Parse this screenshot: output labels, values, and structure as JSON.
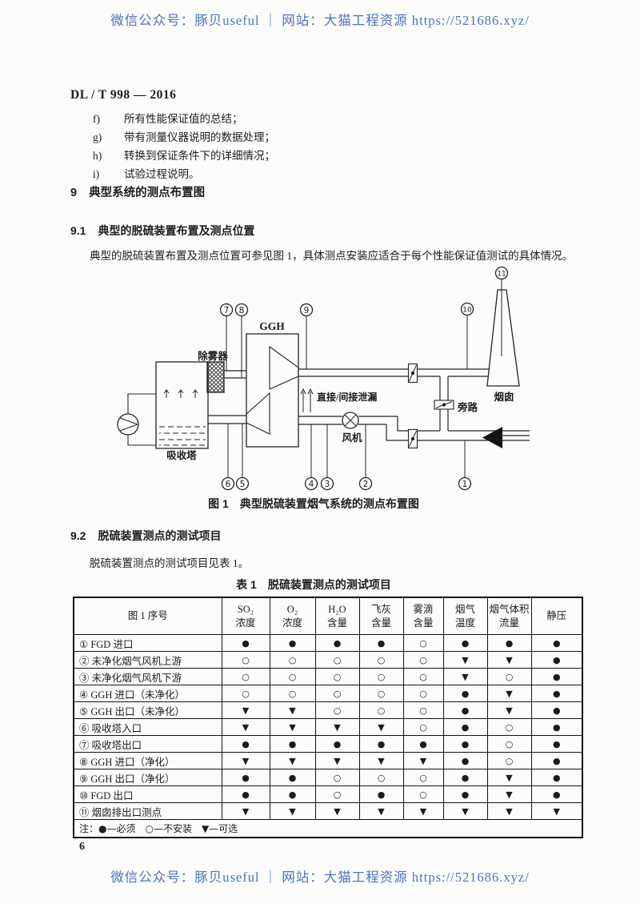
{
  "watermark": {
    "text": "微信公众号：豚贝useful ｜ 网站：大猫工程资源 https://521686.xyz/",
    "color": "#4e73bb"
  },
  "doc": {
    "standard_number": "DL / T 998 — 2016",
    "page_number": "6"
  },
  "list_items": [
    {
      "letter": "f)",
      "text": "所有性能保证值的总结；"
    },
    {
      "letter": "g)",
      "text": "带有测量仪器说明的数据处理；"
    },
    {
      "letter": "h)",
      "text": "转换到保证条件下的详细情况；"
    },
    {
      "letter": "i)",
      "text": "试验过程说明。"
    }
  ],
  "sections": {
    "s9_num": "9",
    "s9_title": "典型系统的测点布置图",
    "s91_num": "9.1",
    "s91_title": "典型的脱硫装置布置及测点位置",
    "s91_para": "典型的脱硫装置布置及测点位置可参见图 1，具体测点安装应适合于每个性能保证值测试的具体情况。",
    "s92_num": "9.2",
    "s92_title": "脱硫装置测点的测试项目",
    "s92_para": "脱硫装置测点的测试项目见表 1。"
  },
  "figure": {
    "caption": "图 1　典型脱硫装置烟气系统的测点布置图",
    "labels": {
      "ggh": "GGH",
      "demister": "除雾器",
      "absorber": "吸收塔",
      "leakage": "直接/间接泄漏",
      "fan": "风机",
      "bypass": "旁路",
      "stack": "烟囱"
    },
    "point_labels": [
      "1",
      "2",
      "3",
      "4",
      "5",
      "6",
      "7",
      "8",
      "9",
      "10",
      "11"
    ]
  },
  "table": {
    "title": "表 1　脱硫装置测点的测试项目",
    "col0_header": "图 1 序号",
    "headers": [
      {
        "line1": "SO₂",
        "line2": "浓度"
      },
      {
        "line1": "O₂",
        "line2": "浓度"
      },
      {
        "line1": "H₂O",
        "line2": "含量"
      },
      {
        "line1": "飞灰",
        "line2": "含量"
      },
      {
        "line1": "雾滴",
        "line2": "含量"
      },
      {
        "line1": "烟气",
        "line2": "温度"
      },
      {
        "line1": "烟气体积",
        "line2": "流量"
      },
      {
        "line1": "静压",
        "line2": ""
      }
    ],
    "rows": [
      {
        "label": "① FGD 进口",
        "cells": [
          "●",
          "●",
          "●",
          "●",
          "○",
          "●",
          "●",
          "●"
        ]
      },
      {
        "label": "② 未净化烟气风机上游",
        "cells": [
          "○",
          "○",
          "○",
          "○",
          "○",
          "▼",
          "▼",
          "●"
        ]
      },
      {
        "label": "③ 未净化烟气风机下游",
        "cells": [
          "○",
          "○",
          "○",
          "○",
          "○",
          "▼",
          "○",
          "●"
        ]
      },
      {
        "label": "④ GGH 进口（未净化）",
        "cells": [
          "○",
          "○",
          "○",
          "○",
          "○",
          "●",
          "▼",
          "●"
        ]
      },
      {
        "label": "⑤ GGH 出口（未净化）",
        "cells": [
          "▼",
          "▼",
          "○",
          "○",
          "○",
          "●",
          "▼",
          "●"
        ]
      },
      {
        "label": "⑥ 吸收塔入口",
        "cells": [
          "▼",
          "▼",
          "▼",
          "▼",
          "○",
          "●",
          "○",
          "●"
        ]
      },
      {
        "label": "⑦ 吸收塔出口",
        "cells": [
          "●",
          "●",
          "●",
          "●",
          "●",
          "●",
          "○",
          "●"
        ]
      },
      {
        "label": "⑧ GGH 进口（净化）",
        "cells": [
          "▼",
          "▼",
          "▼",
          "▼",
          "▼",
          "●",
          "○",
          "●"
        ]
      },
      {
        "label": "⑨ GGH 出口（净化）",
        "cells": [
          "●",
          "●",
          "○",
          "○",
          "○",
          "●",
          "▼",
          "●"
        ]
      },
      {
        "label": "⑩ FGD 出口",
        "cells": [
          "●",
          "●",
          "○",
          "●",
          "○",
          "●",
          "▼",
          "●"
        ]
      },
      {
        "label": "⑪ 烟囱排出口测点",
        "cells": [
          "▼",
          "▼",
          "▼",
          "▼",
          "▼",
          "▼",
          "▼",
          "▼"
        ]
      }
    ],
    "note": "注：●—必须　○—不安装　▼—可选"
  }
}
